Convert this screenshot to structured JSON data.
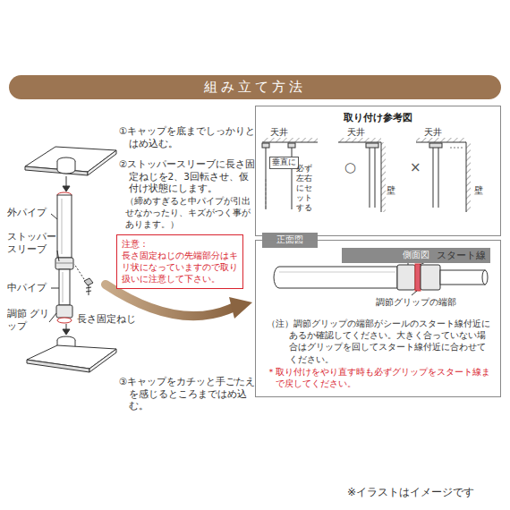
{
  "diagram": {
    "title": "組み立て方法",
    "nodes": [
      {
        "text": [
          "注意：",
          "長さ固定ねじの先端部分はキリ状になっていますので取り扱いに注意して下さい。"
        ]
      },
      {
        "text": [
          "取り付け参考図"
        ]
      },
      {
        "text": [
          "正面図"
        ],
        "in": 1
      },
      {
        "text": [
          "側面図"
        ],
        "in": 1
      },
      {
        "text": [
          "（注）調節グリップの端部がシールのスタート線付近にあるか確認してください。大きく合っていない場合はグリップを回してスタート線付近に合わせてください。",
          "＊取り付けをやり直す時も必ずグリップをスタート線まで戻してください。"
        ]
      }
    ],
    "labels": [
      "①キャップを底までしっかりとはめ込む。",
      "②ストッパースリーブに長さ固定ねじを2、3回転させ、仮付け状態にします。",
      "（締めすぎると中パイプが引出せなかったり、キズがつく事があります。）",
      "外パイプ",
      "ストッパー スリーブ",
      "中パイプ",
      "調節 グリップ",
      "長さ固定ねじ",
      "③キャップをカチッと手ごたえを感じるところまではめ込む。",
      "天井",
      "天井",
      "天井",
      "垂直に",
      "必ず左右にセットする",
      "○",
      "×",
      "壁",
      "壁",
      "スタート線",
      "調節グリップの端部",
      "※イラストはイメージです"
    ]
  }
}
